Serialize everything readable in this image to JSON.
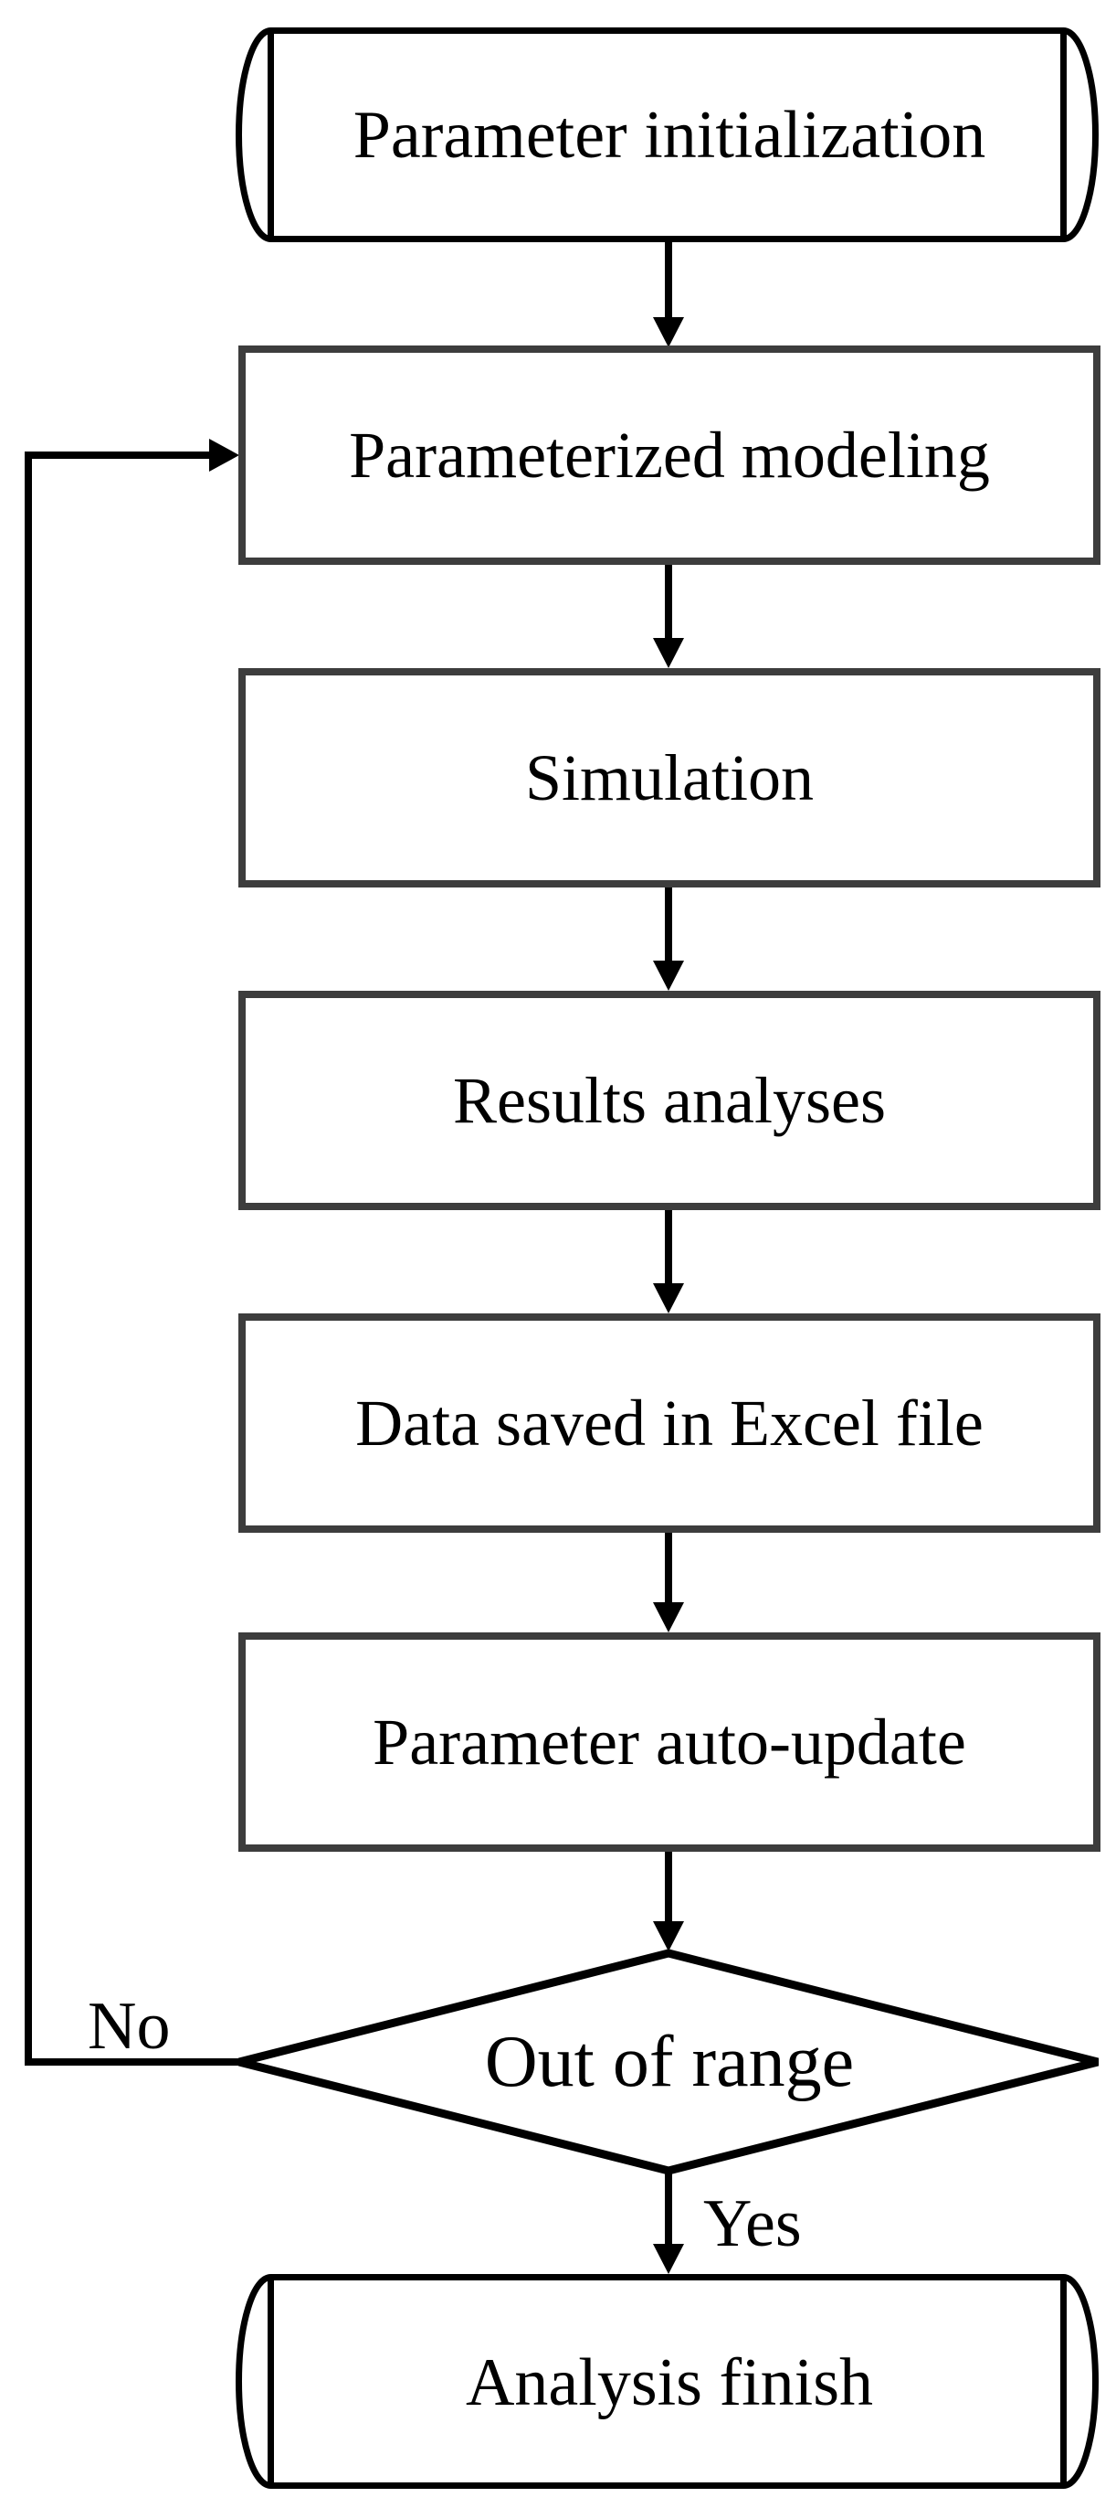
{
  "diagram": {
    "background": "#ffffff",
    "colors": {
      "terminator_border": "#000000",
      "process_border": "#3d3d3d",
      "decision_border": "#000000",
      "connector": "#000000",
      "text": "#000000"
    },
    "nodes": [
      {
        "id": "start",
        "type": "terminator",
        "label": "Parameter initialization"
      },
      {
        "id": "modeling",
        "type": "process",
        "label": "Parameterized modeling"
      },
      {
        "id": "simulation",
        "type": "process",
        "label": "Simulation"
      },
      {
        "id": "results",
        "type": "process",
        "label": "Results analyses"
      },
      {
        "id": "excel",
        "type": "process",
        "label": "Data saved in Excel file"
      },
      {
        "id": "update",
        "type": "process",
        "label": "Parameter auto-update"
      },
      {
        "id": "decision",
        "type": "decision",
        "label": "Out of range"
      },
      {
        "id": "finish",
        "type": "terminator",
        "label": "Analysis finish"
      }
    ],
    "edges": {
      "yes_label": "Yes",
      "no_label": "No"
    }
  }
}
